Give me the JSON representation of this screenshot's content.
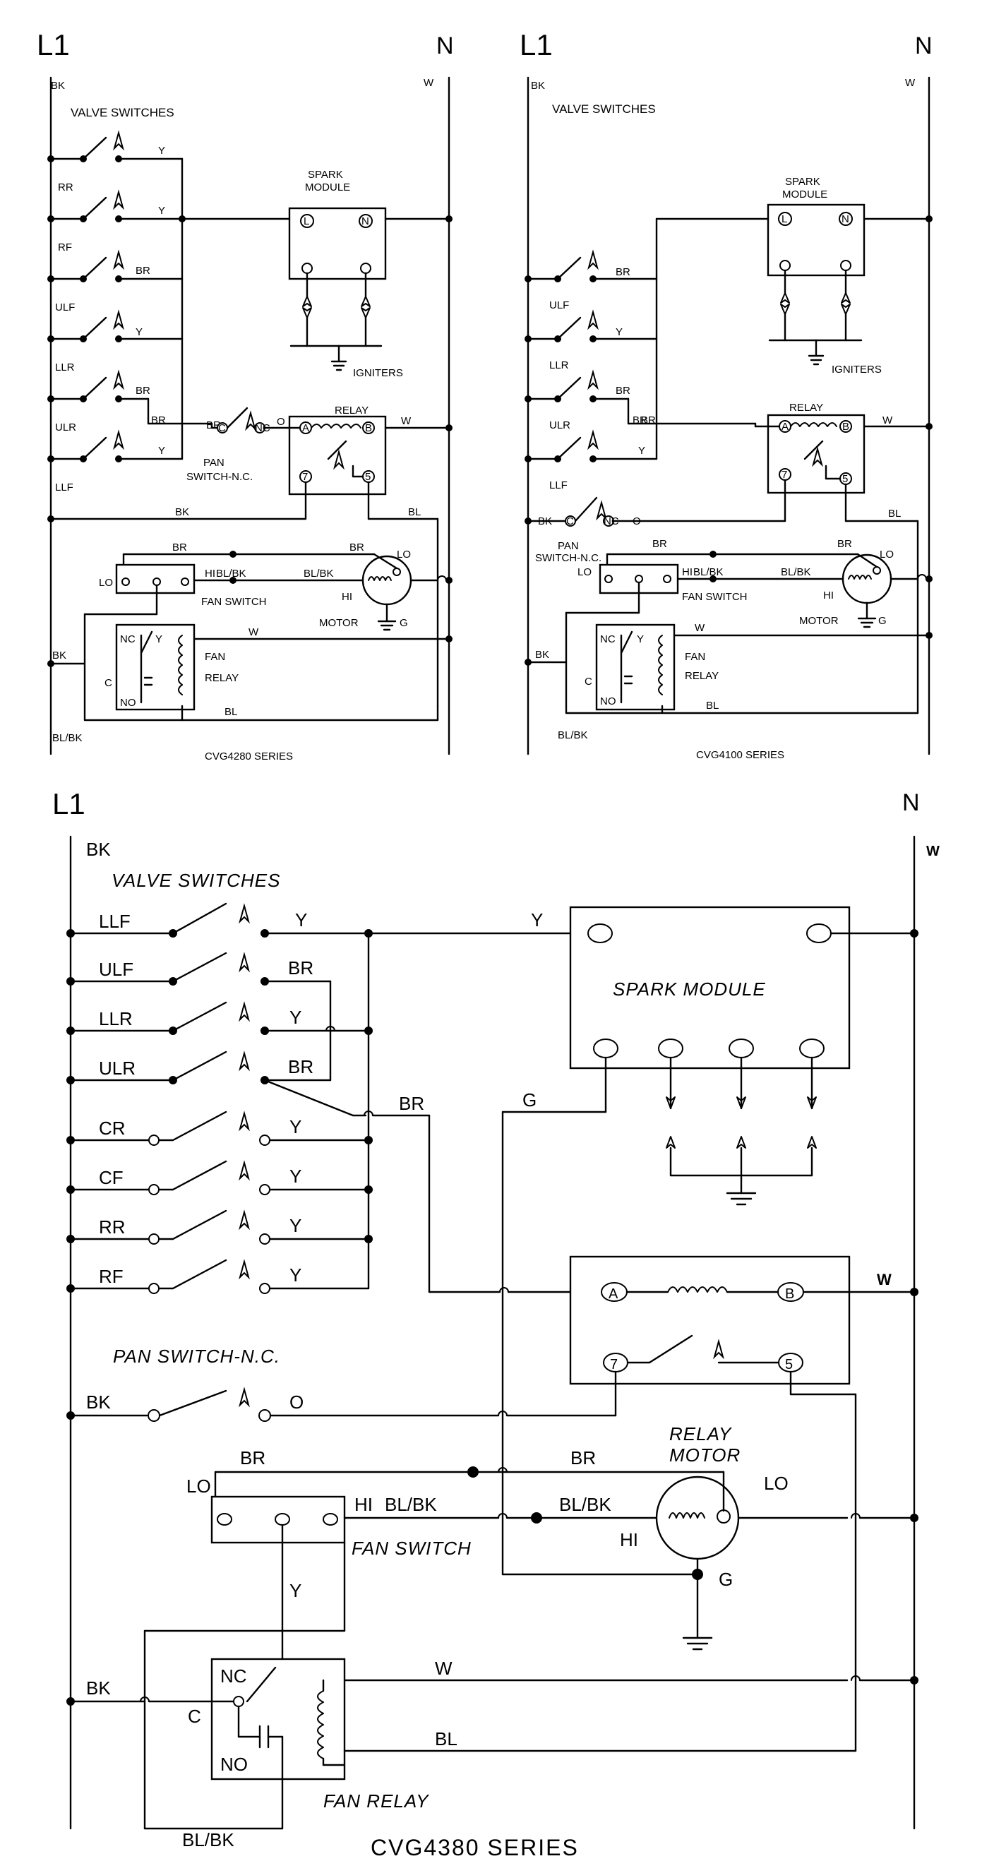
{
  "top_left": {
    "l1": "L1",
    "n": "N",
    "bk": "BK",
    "w": "W",
    "valve_switches": "VALVE SWITCHES",
    "switches": [
      {
        "name": "",
        "wire": "Y"
      },
      {
        "name": "RR",
        "wire": "Y"
      },
      {
        "name": "RF",
        "wire": "BR"
      },
      {
        "name": "ULF",
        "wire": "Y"
      },
      {
        "name": "LLR",
        "wire": "BR"
      },
      {
        "name": "ULR",
        "wire": "BR"
      },
      {
        "name": "",
        "wire": "Y"
      }
    ],
    "llf": "LLF",
    "spark_module_1": "SPARK",
    "spark_module_2": "MODULE",
    "term_l": "L",
    "term_n": "N",
    "igniters": "IGNITERS",
    "relay": "RELAY",
    "term_a": "A",
    "term_b": "B",
    "term_7": "7",
    "term_5": "5",
    "relay_w": "W",
    "pan_1": "PAN",
    "pan_2": "SWITCH-N.C.",
    "pan_o": "O",
    "pan_c": "C",
    "pan_nc": "NC",
    "bk_bus": "BK",
    "bl": "BL",
    "br_top": "BR",
    "br_motor": "BR",
    "lo_left": "LO",
    "hi_blbk": "HI",
    "blbk_1": "BL/BK",
    "blbk_2": "BL/BK",
    "lo_motor": "LO",
    "hi_motor": "HI",
    "fan_switch": "FAN SWITCH",
    "motor": "MOTOR",
    "g": "G",
    "bk_fan": "BK",
    "nc": "NC",
    "y": "Y",
    "c": "C",
    "no": "NO",
    "fan_relay_1": "FAN",
    "fan_relay_2": "RELAY",
    "fr_w": "W",
    "fr_bl": "BL",
    "blbk_bottom": "BL/BK",
    "series": "CVG4280 SERIES"
  },
  "top_right": {
    "l1": "L1",
    "n": "N",
    "bk": "BK",
    "w": "W",
    "valve_switches": "VALVE SWITCHES",
    "switches": [
      {
        "name": "ULF",
        "wire": "BR"
      },
      {
        "name": "LLR",
        "wire": "Y"
      },
      {
        "name": "ULR",
        "wire": "BR"
      },
      {
        "name": "LLF",
        "wire": "BR"
      },
      {
        "name": "",
        "wire": "Y"
      }
    ],
    "spark_module_1": "SPARK",
    "spark_module_2": "MODULE",
    "term_l": "L",
    "term_n": "N",
    "igniters": "IGNITERS",
    "relay": "RELAY",
    "term_a": "A",
    "term_b": "B",
    "term_7": "7",
    "term_5": "5",
    "relay_w": "W",
    "pan_bk": "BK",
    "pan_c": "C",
    "pan_nc": "NC",
    "pan_o": "O",
    "pan_1": "PAN",
    "pan_2": "SWITCH-N.C.",
    "bl": "BL",
    "br_top": "BR",
    "br_motor": "BR",
    "lo_left": "LO",
    "hi_blbk": "HI",
    "blbk_1": "BL/BK",
    "blbk_2": "BL/BK",
    "lo_motor": "LO",
    "hi_motor": "HI",
    "fan_switch": "FAN SWITCH",
    "motor": "MOTOR",
    "g": "G",
    "bk_fan": "BK",
    "nc": "NC",
    "y": "Y",
    "c": "C",
    "no": "NO",
    "fan_relay_1": "FAN",
    "fan_relay_2": "RELAY",
    "fr_w": "W",
    "fr_bl": "BL",
    "blbk_bottom": "BL/BK",
    "series": "CVG4100 SERIES"
  },
  "bottom": {
    "l1": "L1",
    "n": "N",
    "bk": "BK",
    "w": "W",
    "valve_switches": "VALVE SWITCHES",
    "switches": [
      {
        "name": "LLF",
        "wire": "Y"
      },
      {
        "name": "ULF",
        "wire": "BR"
      },
      {
        "name": "LLR",
        "wire": "Y"
      },
      {
        "name": "ULR",
        "wire": "BR"
      },
      {
        "name": "CR",
        "wire": "Y"
      },
      {
        "name": "CF",
        "wire": "Y"
      },
      {
        "name": "RR",
        "wire": "Y"
      },
      {
        "name": "RF",
        "wire": "Y"
      }
    ],
    "y_spark": "Y",
    "spark_module": "SPARK MODULE",
    "br_relay": "BR",
    "g_wire": "G",
    "term_a": "A",
    "term_b": "B",
    "term_7": "7",
    "term_5": "5",
    "relay_w": "W",
    "pan_switch": "PAN SWITCH-N.C.",
    "pan_bk": "BK",
    "pan_o": "O",
    "relay_1": "RELAY",
    "relay_2": "MOTOR",
    "br_left": "BR",
    "br_right": "BR",
    "lo_left": "LO",
    "hi": "HI",
    "blbk_1": "BL/BK",
    "blbk_2": "BL/BK",
    "lo_motor": "LO",
    "hi_motor": "HI",
    "fan_switch": "FAN SWITCH",
    "y_fan": "Y",
    "g_motor": "G",
    "bk_fan": "BK",
    "nc": "NC",
    "c": "C",
    "no": "NO",
    "fr_w": "W",
    "fr_bl": "BL",
    "fan_relay": "FAN RELAY",
    "blbk_bottom": "BL/BK",
    "series": "CVG4380 SERIES"
  }
}
